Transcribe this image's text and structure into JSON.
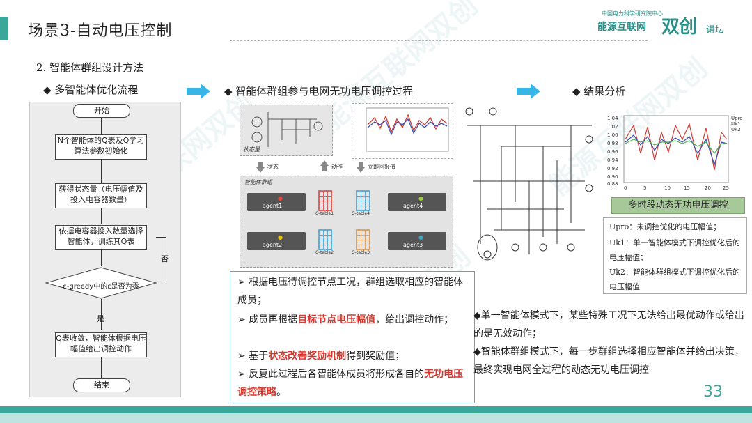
{
  "header": {
    "title": "场景3-自动电压控制",
    "logo_small": "中国电力科学研究院中心",
    "logo_main": "能源互联网",
    "logo_big": "双创",
    "logo_end": "讲坛"
  },
  "section_title": "2. 智能体群组设计方法",
  "columns": {
    "left_heading": "◆ 多智能体优化流程",
    "mid_heading": "◆ 智能体群组参与电网无功电压调控过程",
    "right_heading": "◆ 结果分析"
  },
  "flowchart": {
    "start": "开始",
    "step1": "N个智能体的Q表及Q学习算法参数初始化",
    "step2": "获得状态量（电压幅值及投入电容器数量）",
    "step3": "依据电容器投入数量选择智能体，训练其Q表",
    "decision": "ε-greedy中的ε是否为零",
    "no": "否",
    "yes": "是",
    "step4": "Q表收敛，智能体根据电压幅值给出调控动作",
    "end": "结束"
  },
  "middle": {
    "state_label": "状态量",
    "label_state": "状态",
    "label_action": "动作",
    "label_reward": "立即回报值",
    "group_label": "智能体群组",
    "agents": [
      "agent1",
      "agent4",
      "agent2",
      "agent3"
    ],
    "qtables": [
      "Q-table1",
      "Q-table4",
      "Q-table2",
      "Q-table3"
    ]
  },
  "bullets": [
    {
      "pre": "根据电压待调控节点工况，群组选取相应的智能体成员；",
      "hl": "",
      "post": ""
    },
    {
      "pre": "成员再根据",
      "hl": "目标节点电压幅值",
      "post": "，给出调控动作；"
    },
    {
      "pre": "基于",
      "hl": "状态改善奖励机制",
      "post": "得到奖励值；"
    },
    {
      "pre": "反复此过程后各智能体成员将形成各自的",
      "hl": "无功电压调控策略",
      "post": "。"
    }
  ],
  "right": {
    "result_tag": "多时段动态无功电压调控",
    "legend": [
      "Upro：未调控优化的电压幅值；",
      "Uk1：单一智能体模式下调控优化后的电压幅值；",
      "Uk2：智能体群组模式下调控优化后的电压幅值"
    ],
    "analysis": [
      "◆单一智能体模式下，某些特殊工况下无法给出最优动作或给出的是无效动作；",
      "◆智能体群组模式下，每一步群组选择相应智能体并给出决策，最终实现电网全过程的动态无功电压调控"
    ],
    "chart_ticks_y": [
      "1.04",
      "1.02",
      "1.00",
      "0.98",
      "0.96",
      "0.94",
      "0.92",
      "0.90",
      "0.88"
    ],
    "chart_ticks_x": [
      "0",
      "5",
      "10",
      "15",
      "20",
      "25"
    ],
    "chart_legend": [
      "Upro",
      "Uk1",
      "Uk2"
    ]
  },
  "page_number": "33",
  "colors": {
    "accent": "#3aa79b",
    "highlight": "#d23a30",
    "panel_border": "#6f9ccf"
  }
}
